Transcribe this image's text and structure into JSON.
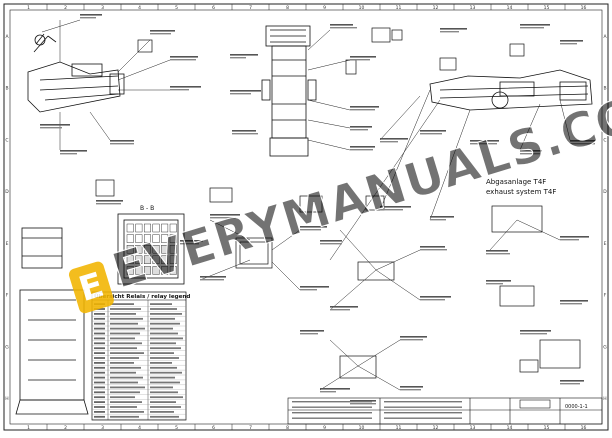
{
  "watermark": {
    "logo_letter": "E",
    "text": "EVERYMANUALS.COM",
    "logo_color": "#f2b500"
  },
  "column_numbers": [
    "1",
    "2",
    "3",
    "4",
    "5",
    "6",
    "7",
    "8",
    "9",
    "10",
    "11",
    "12",
    "13",
    "14",
    "15",
    "16"
  ],
  "row_letters": [
    "A",
    "B",
    "C",
    "D",
    "E",
    "F",
    "G",
    "H"
  ],
  "section_label": "B - B",
  "exhaust_title": "Abgasanlage T4F",
  "exhaust_subtitle": "exhaust system T4F",
  "legend_title": "Übersicht Relais / relay legend",
  "title_block": {
    "drawing_no": "0000-1-1"
  },
  "brand_color": "#000000"
}
